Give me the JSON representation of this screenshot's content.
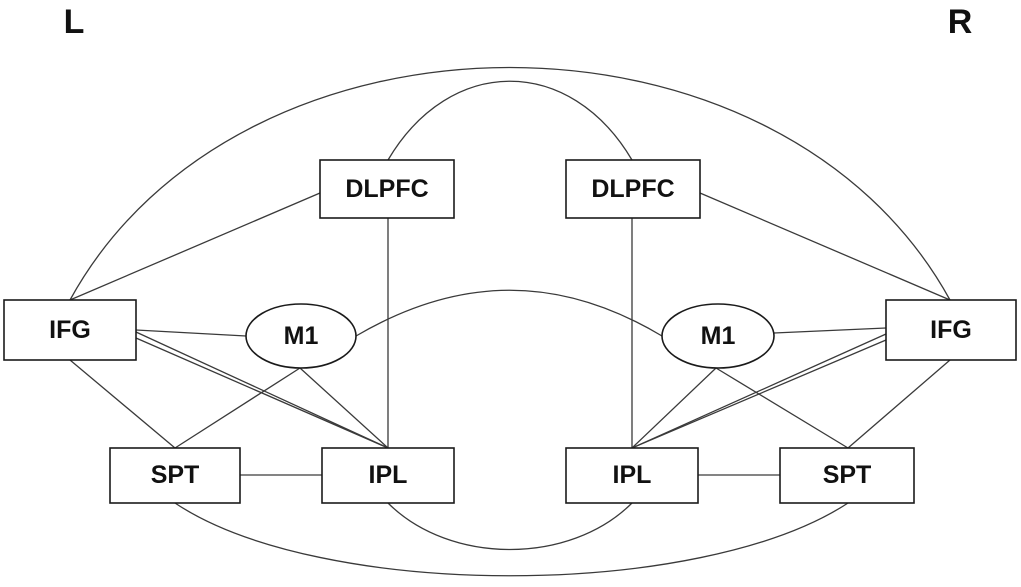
{
  "hemispheres": {
    "left": "L",
    "right": "R"
  },
  "nodes": {
    "l_dlpfc": "DLPFC",
    "l_ifg": "IFG",
    "l_m1": "M1",
    "l_spt": "SPT",
    "l_ipl": "IPL",
    "r_dlpfc": "DLPFC",
    "r_ifg": "IFG",
    "r_m1": "M1",
    "r_spt": "SPT",
    "r_ipl": "IPL"
  },
  "colors": {
    "line": "#3a3a3a",
    "box_stroke": "#1a1a1a",
    "text": "#111111",
    "background": "#ffffff"
  }
}
